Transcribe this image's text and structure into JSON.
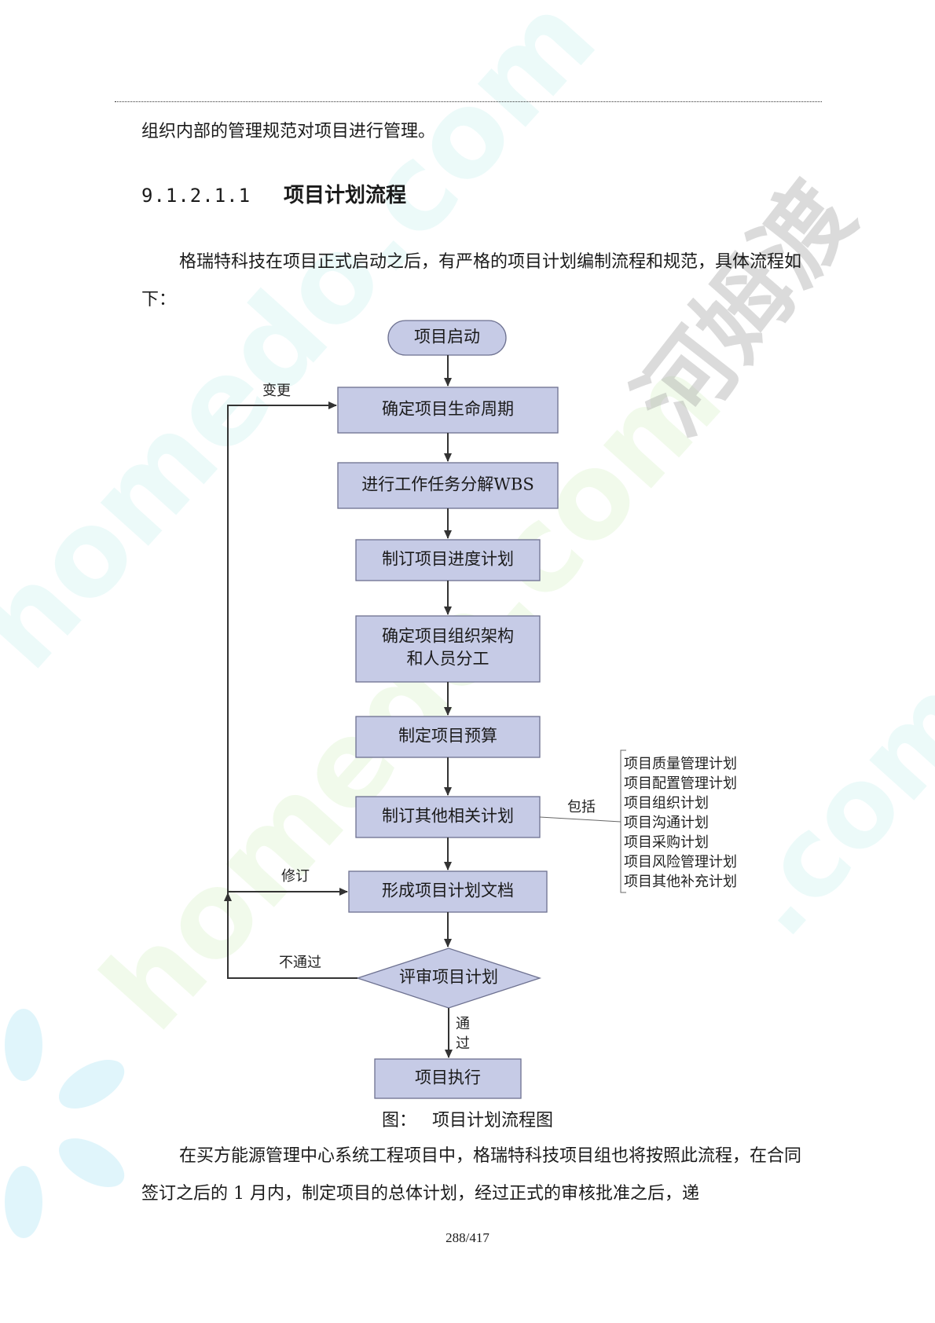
{
  "document": {
    "top_line": "组织内部的管理规范对项目进行管理。",
    "heading": {
      "number": "9.1.2.1.1",
      "title": "项目计划流程"
    },
    "intro": "格瑞特科技在项目正式启动之后，有严格的项目计划编制流程和规范，具体流程如下：",
    "caption": {
      "prefix": "图：",
      "title": "项目计划流程图"
    },
    "body": "在买方能源管理中心系统工程项目中，格瑞特科技项目组也将按照此流程，在合同签订之后的 1 月内，制定项目的总体计划，经过正式的审核批准之后，递",
    "page_number": "288/417"
  },
  "flowchart": {
    "start": "项目启动",
    "steps": [
      "确定项目生命周期",
      "进行工作任务分解WBS",
      "制订项目进度计划",
      "确定项目组织架构",
      "和人员分工",
      "制定项目预算",
      "制订其他相关计划",
      "形成项目计划文档"
    ],
    "decision": "评审项目计划",
    "end": "项目执行",
    "labels": {
      "change": "变更",
      "revise": "修订",
      "reject": "不通过",
      "pass_1": "通",
      "pass_2": "过",
      "include": "包括"
    },
    "other_plans": [
      "项目质量管理计划",
      "项目配置管理计划",
      "项目组织计划",
      "项目沟通计划",
      "项目采购计划",
      "项目风险管理计划",
      "项目其他补充计划"
    ]
  },
  "watermark": {
    "text_1": "homedo.com",
    "text_2": "homedo.com",
    "text_3": "河姆渡",
    "text_4": ".com"
  },
  "colors": {
    "box_fill": "#c6cbe6",
    "box_stroke": "#6d7190"
  }
}
